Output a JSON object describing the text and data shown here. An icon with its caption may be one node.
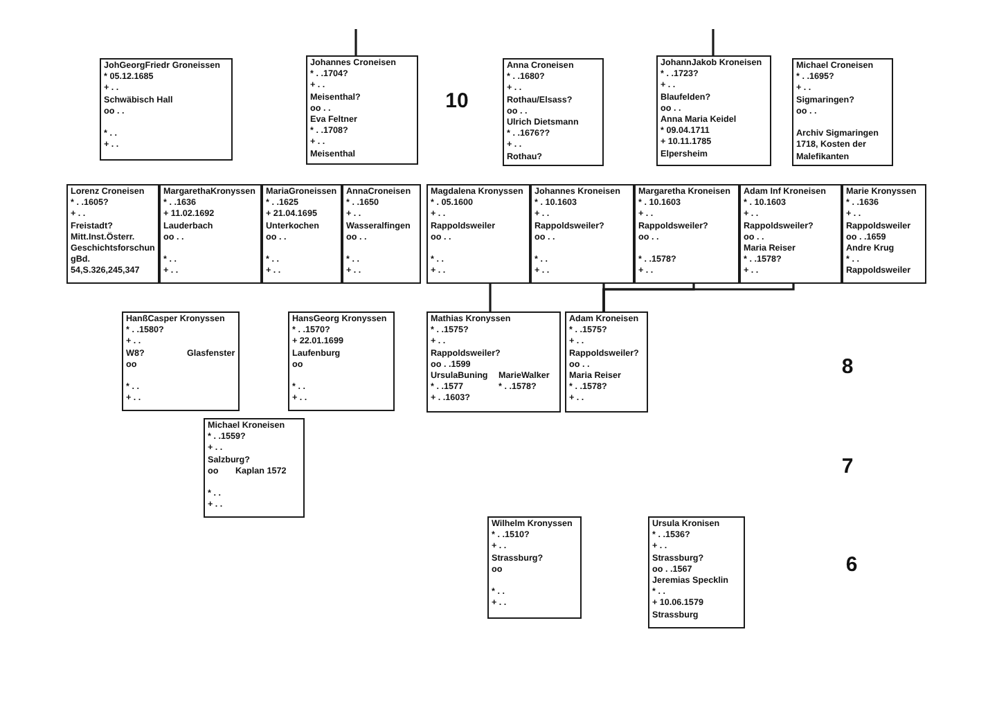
{
  "diagram": {
    "nodes": [
      {
        "text": [
          "JohGeorgFriedr Groneissen",
          "* 05.12.1685",
          "+ . .",
          "Schwäbisch Hall",
          "oo . .",
          "* . .",
          "+ . ."
        ]
      },
      {
        "text": [
          "Johannes Croneisen",
          "* . .1704?",
          "+ . .",
          "Meisenthal?",
          "oo . .",
          "Eva Feltner",
          "* . .1708?",
          "+ . .",
          "Meisenthal"
        ]
      },
      {
        "text": [
          "Anna Croneisen",
          "* . .1680?",
          "+ . .",
          "Rothau/Elsass?",
          "oo . .",
          "Ulrich Dietsmann",
          "* . .1676??",
          "+ . .",
          "Rothau?"
        ]
      },
      {
        "text": [
          "JohannJakob Kroneisen",
          "* . .1723?",
          "+ . .",
          "Blaufelden?",
          "oo . .",
          "Anna Maria Keidel",
          "* 09.04.1711",
          "+ 10.11.1785",
          "Elpersheim"
        ]
      },
      {
        "text": [
          "Michael Croneisen",
          "* . .1695?",
          "+ . .",
          "Sigmaringen?",
          "oo . .",
          "Archiv Sigmaringen 1718, Kosten der Malefikanten"
        ]
      },
      {
        "text": [
          "Lorenz Croneisen",
          "* . .1605?",
          "+ . .",
          "Freistadt?",
          "Mitt.Inst.Österr. GeschichtsforschungBd. 54,S.326,245,347"
        ]
      },
      {
        "text": [
          "MargarethaKronyssen",
          "* . .1636",
          "+ 11.02.1692",
          "Lauderbach",
          "oo . .",
          "* . .",
          "+ . ."
        ]
      },
      {
        "text": [
          "MariaGroneissen",
          "* . .1625",
          "+ 21.04.1695",
          "Unterkochen",
          "oo . .",
          "* . .",
          "+ . ."
        ]
      },
      {
        "text": [
          "AnnaCroneisen",
          "* . .1650",
          "+ . .",
          "Wasseralfingen",
          "oo . .",
          "* . .",
          "+ . ."
        ]
      },
      {
        "text": [
          "Magdalena Kronyssen",
          "* . 05.1600",
          "+ . .",
          "Rappoldsweiler",
          "oo . .",
          "* . .",
          "+ . ."
        ]
      },
      {
        "text": [
          "Johannes Kroneisen",
          "* . 10.1603",
          "+ . .",
          "Rappoldsweiler?",
          "oo . .",
          "* . .",
          "+ . ."
        ]
      },
      {
        "text": [
          "Margaretha Kroneisen",
          "* . 10.1603",
          "+ . .",
          "Rappoldsweiler?",
          "oo . .",
          "* . .1578?",
          "+ . ."
        ]
      },
      {
        "text": [
          "Adam Inf Kroneisen",
          "* . 10.1603",
          "+ . .",
          "Rappoldsweiler?",
          "oo . .",
          "Maria Reiser",
          "* . .1578?",
          "+ . ."
        ]
      },
      {
        "text": [
          "Marie Kronyssen",
          "* . .1636",
          "+ . .",
          "Rappoldsweiler",
          "oo . .1659",
          "Andre Krug",
          "* . .",
          "Rappoldsweiler"
        ]
      },
      {
        "text": [
          "HanßCasper Kronyssen",
          "* . .1580?",
          "+ . .",
          "W8?",
          "Glasfenster",
          "oo",
          "* . .",
          "+ . ."
        ]
      },
      {
        "text": [
          "HansGeorg Kronyssen",
          "* . .1570?",
          "+ 22.01.1699",
          "Laufenburg",
          "oo",
          "* . .",
          "+ . ."
        ]
      },
      {
        "text": [
          "Mathias Kronyssen",
          "* . .1575?",
          "+ . .",
          "Rappoldsweiler?",
          "oo . .1599",
          "UrsulaBuning",
          "MarieWalker",
          "* . .1577",
          "* . .1578?",
          "+ . .1603?"
        ]
      },
      {
        "text": [
          "Adam Kroneisen",
          "* . .1575?",
          "+ . .",
          "Rappoldsweiler?",
          "oo . .",
          "Maria Reiser",
          "* . .1578?",
          "+ . ."
        ]
      },
      {
        "text": [
          "Michael Kroneisen",
          "* . .1559?",
          "+ . .",
          "Salzburg?",
          "oo",
          "Kaplan 1572",
          "* . .",
          "+ . ."
        ]
      },
      {
        "text": [
          "Wilhelm Kronyssen",
          "* . .1510?",
          "+ . .",
          "Strassburg?",
          "oo",
          "* . .",
          "+ . ."
        ]
      },
      {
        "text": [
          "Ursula Kronisen",
          "* . .1536?",
          "+ . .",
          "Strassburg?",
          "oo . .1567",
          "Jeremias Specklin",
          "* . .",
          "+ 10.06.1579",
          "Strassburg"
        ]
      }
    ],
    "edges": [
      {
        "from": null,
        "to": 1,
        "arrow": "none"
      },
      {
        "from": null,
        "to": 3,
        "arrow": "none"
      },
      {
        "from": 9,
        "to": 16,
        "arrow": "none"
      },
      {
        "from": 10,
        "to": 17,
        "arrow": "none"
      },
      {
        "from": 11,
        "to": 17,
        "arrow": "none"
      },
      {
        "from": 12,
        "to": 17,
        "arrow": "none"
      }
    ],
    "labels": [
      "10",
      "8",
      "7",
      "6"
    ]
  }
}
